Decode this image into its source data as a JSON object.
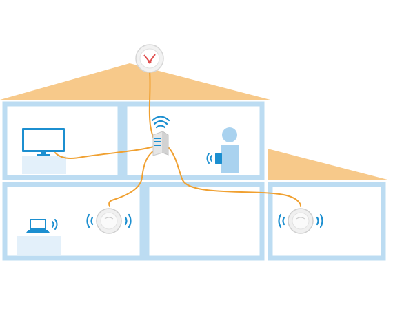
{
  "diagram": {
    "kind": "home-network-illustration",
    "colors": {
      "roof": "#f7c98a",
      "walls": "#bcdcf2",
      "furniture": "#e3f0fa",
      "cable": "#f0a030",
      "wifi": "#1c8fd0",
      "device": "#e6e6e6",
      "person": "#a9d2ef",
      "accent_red": "#e05050"
    },
    "nodes": [
      {
        "name": "outdoor-antenna",
        "icon": "satellite-dish-icon"
      },
      {
        "name": "central-router",
        "icon": "router-icon",
        "wireless": true
      },
      {
        "name": "television",
        "icon": "tv-icon"
      },
      {
        "name": "person-with-phone",
        "icon": "person-icon",
        "wireless": true
      },
      {
        "name": "laptop",
        "icon": "laptop-icon",
        "wireless": true
      },
      {
        "name": "ceiling-access-point-left",
        "icon": "access-point-icon",
        "wireless": true
      },
      {
        "name": "ceiling-access-point-right",
        "icon": "access-point-icon",
        "wireless": true
      }
    ],
    "links": [
      [
        "outdoor-antenna",
        "central-router"
      ],
      [
        "central-router",
        "television"
      ],
      [
        "central-router",
        "ceiling-access-point-left"
      ],
      [
        "central-router",
        "ceiling-access-point-right"
      ]
    ]
  }
}
